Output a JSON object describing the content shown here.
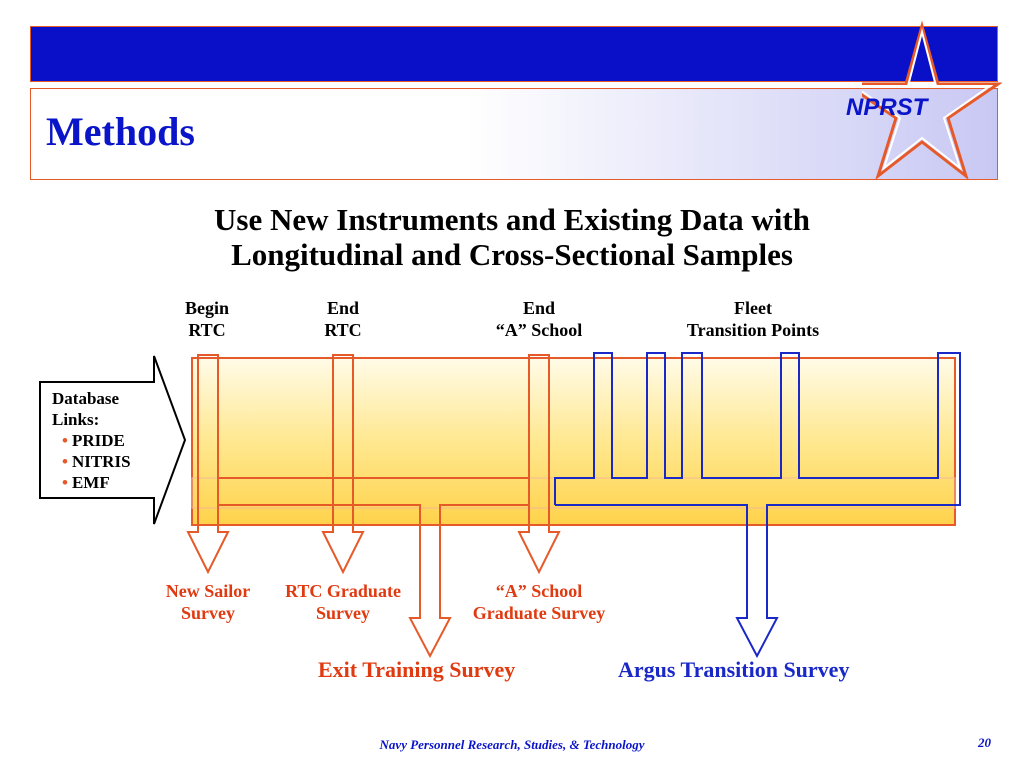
{
  "header": {
    "title": "Methods",
    "logo_text": "NPRST",
    "colors": {
      "band": "#0a10c8",
      "accent": "#e65a2a",
      "title": "#0a14c8"
    }
  },
  "subtitle": {
    "line1": "Use New Instruments and Existing Data with",
    "line2": "Longitudinal and Cross-Sectional Samples"
  },
  "columns": [
    {
      "line1": "Begin",
      "line2": "RTC"
    },
    {
      "line1": "End",
      "line2": "RTC"
    },
    {
      "line1": "End",
      "line2": "“A” School"
    },
    {
      "line1": "Fleet",
      "line2": "Transition Points"
    }
  ],
  "database": {
    "line1": "Database",
    "line2": "Links:",
    "items": [
      "PRIDE",
      "NITRIS",
      "EMF"
    ]
  },
  "surveys": [
    {
      "line1": "New Sailor",
      "line2": "Survey"
    },
    {
      "line1": "RTC Graduate",
      "line2": "Survey"
    },
    {
      "line1": "“A” School",
      "line2": "Graduate Survey"
    }
  ],
  "exit_survey": "Exit Training Survey",
  "argus_survey": "Argus Transition Survey",
  "footer": {
    "org": "Navy Personnel Research, Studies, & Technology",
    "page": "20"
  }
}
